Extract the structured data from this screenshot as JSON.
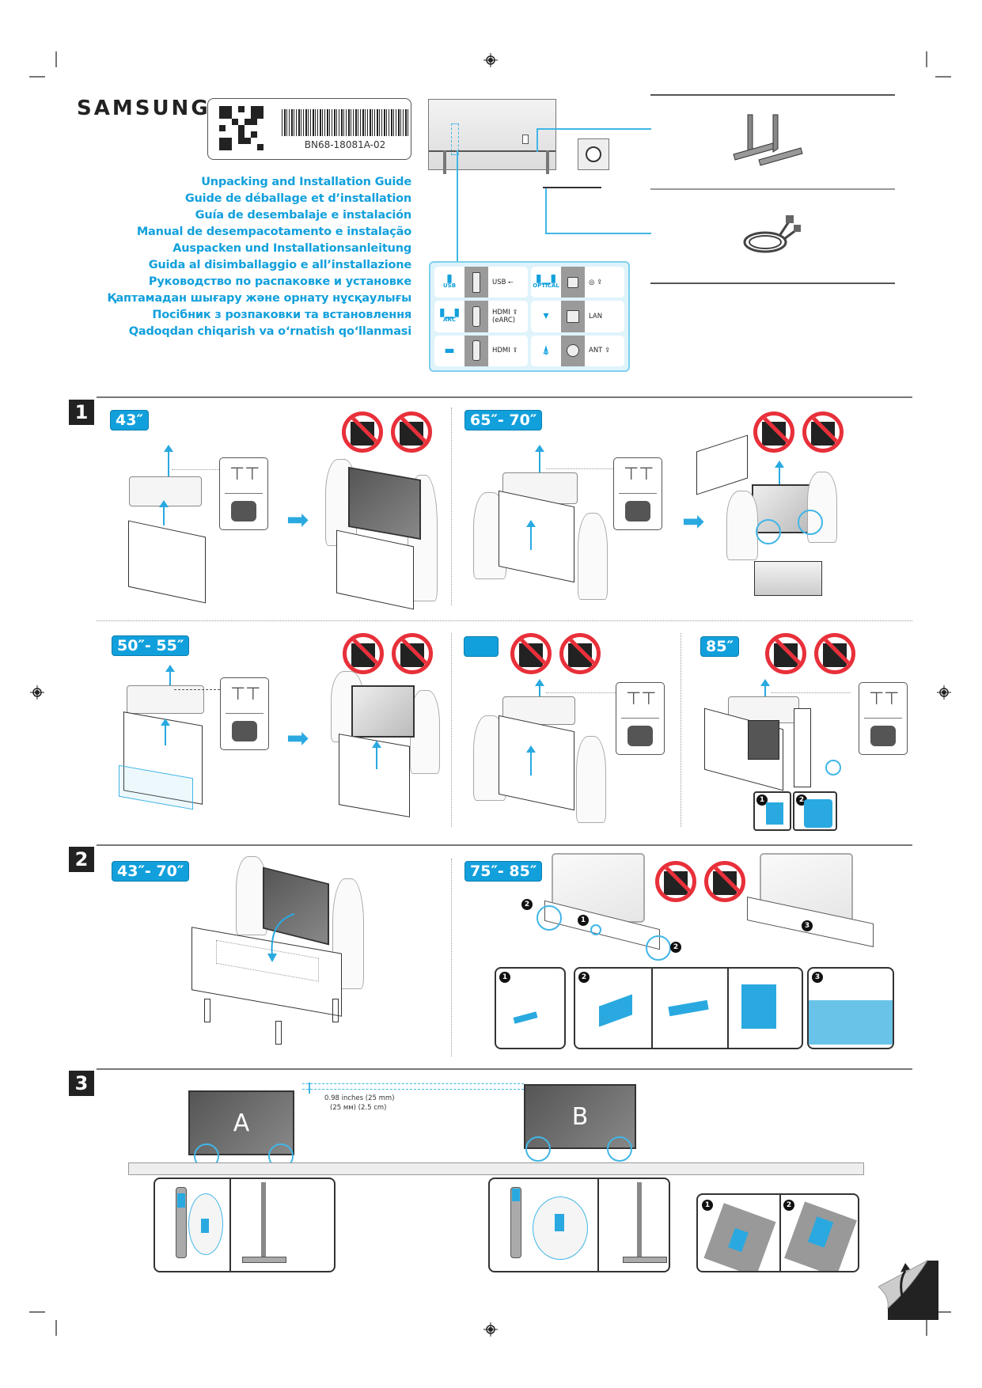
{
  "header": {
    "brand": "SAMSUNG",
    "part_number": "BN68-18081A-02",
    "guide_titles": [
      "Unpacking and Installation Guide",
      "Guide de déballage et d’installation",
      "Guía de desembalaje e instalación",
      "Manual de desempacotamento e instalação",
      "Auspacken und Installationsanleitung",
      "Guida al disimballaggio e all’installazione",
      "Руководство по распаковке и установке",
      "Қаптамадан шығару және орнату нұсқаулығы",
      "Посібник з розпаковки та встановлення",
      "Qadoqdan chiqarish va o‘rnatish qo‘llanmasi"
    ]
  },
  "ports": [
    {
      "icon": "usb-drive-icon",
      "icon_label": "USB",
      "connector": "usb-port-icon",
      "label": "USB ⭠"
    },
    {
      "icon": "speakers-icon",
      "icon_label": "OPTICAL",
      "connector": "optical-port-icon",
      "label": "◎ ⇪"
    },
    {
      "icon": "speakers-icon",
      "icon_label": "ARC",
      "connector": "hdmi-port-icon",
      "label": "HDMI ⇪ (eARC)"
    },
    {
      "icon": "lan-plug-icon",
      "icon_label": "",
      "connector": "lan-port-icon",
      "label": "LAN"
    },
    {
      "icon": "set-top-box-icon",
      "icon_label": "",
      "connector": "hdmi-port-icon",
      "label": "HDMI ⇪"
    },
    {
      "icon": "antenna-icon",
      "icon_label": "",
      "connector": "coax-port-icon",
      "label": "ANT ⇪"
    }
  ],
  "components": [
    {
      "name": "stand-legs"
    },
    {
      "name": "power-cord"
    }
  ],
  "steps": [
    {
      "number": "1",
      "panels": [
        {
          "size": "43″"
        },
        {
          "size": "65″- 70″"
        },
        {
          "size": "50″- 55″"
        },
        {
          "size": ""
        },
        {
          "size": "85″"
        }
      ]
    },
    {
      "number": "2",
      "panels": [
        {
          "size": "43″- 70″"
        },
        {
          "size": "75″- 85″",
          "substeps": [
            "1",
            "2",
            "2",
            "3"
          ]
        }
      ]
    },
    {
      "number": "3",
      "tv_a_label": "A",
      "tv_b_label": "B",
      "dimension_line1": "0.98 inches (25 mm)",
      "dimension_line2": "(25 мм) (2.5 cm)",
      "detail_substeps": [
        "1",
        "2"
      ]
    }
  ],
  "colors": {
    "accent_blue": "#12a0dc",
    "prohibit_red": "#e8303a",
    "step_black": "#222222"
  }
}
